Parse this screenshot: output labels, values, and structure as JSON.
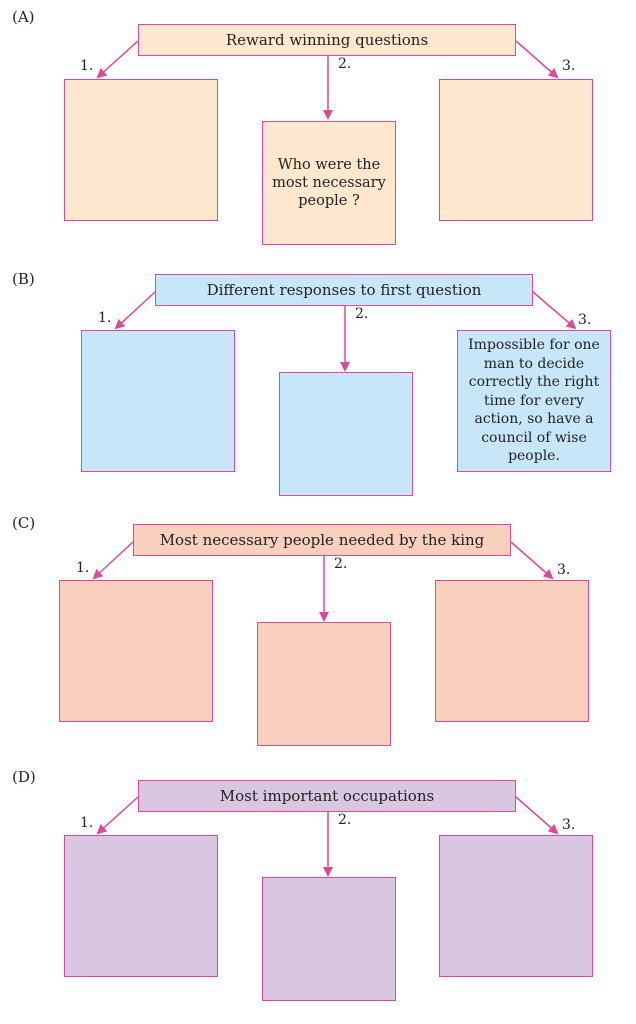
{
  "colors": {
    "line": "#e0489a",
    "A": "#fde8cf",
    "B": "#c7e7f8",
    "C": "#f9cfbe",
    "D": "#d9c7e2"
  },
  "sections": [
    {
      "label": "(A)",
      "header": "Reward winning questions",
      "numbers": [
        "1.",
        "2.",
        "3."
      ],
      "boxes": [
        "",
        "Who were the most necessary people ?",
        ""
      ]
    },
    {
      "label": "(B)",
      "header": "Different responses to first question",
      "numbers": [
        "1.",
        "2.",
        "3."
      ],
      "boxes": [
        "",
        "",
        "Impossible for one man to decide correctly the right time for every action, so have a council of wise people."
      ]
    },
    {
      "label": "(C)",
      "header": "Most necessary people needed by the king",
      "numbers": [
        "1.",
        "2.",
        "3."
      ],
      "boxes": [
        "",
        "",
        ""
      ]
    },
    {
      "label": "(D)",
      "header": "Most important occupations",
      "numbers": [
        "1.",
        "2.",
        "3."
      ],
      "boxes": [
        "",
        "",
        ""
      ]
    }
  ]
}
